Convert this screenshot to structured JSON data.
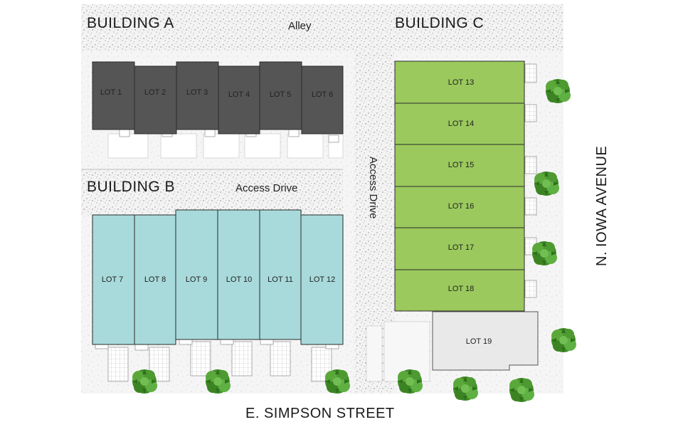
{
  "buildings": {
    "a": {
      "label": "BUILDING A",
      "color": "#555555"
    },
    "b": {
      "label": "BUILDING B",
      "color": "#a8dadb"
    },
    "c": {
      "label": "BUILDING C",
      "color": "#9bc95d"
    }
  },
  "lots": {
    "lot1": "LOT 1",
    "lot2": "LOT 2",
    "lot3": "LOT 3",
    "lot4": "LOT 4",
    "lot5": "LOT 5",
    "lot6": "LOT 6",
    "lot7": "LOT 7",
    "lot8": "LOT 8",
    "lot9": "LOT 9",
    "lot10": "LOT 10",
    "lot11": "LOT 11",
    "lot12": "LOT 12",
    "lot13": "LOT 13",
    "lot14": "LOT 14",
    "lot15": "LOT 15",
    "lot16": "LOT 16",
    "lot17": "LOT 17",
    "lot18": "LOT 18",
    "lot19": "LOT 19"
  },
  "drives": {
    "alley": "Alley",
    "access_drive_horizontal": "Access Drive",
    "access_drive_vertical": "Access Drive"
  },
  "streets": {
    "south": "E. SIMPSON STREET",
    "east": "N. IOWA AVENUE"
  },
  "colors": {
    "paved": "#efefef",
    "lot19": "#e9e9e9",
    "tree": "#4f9a2e"
  }
}
